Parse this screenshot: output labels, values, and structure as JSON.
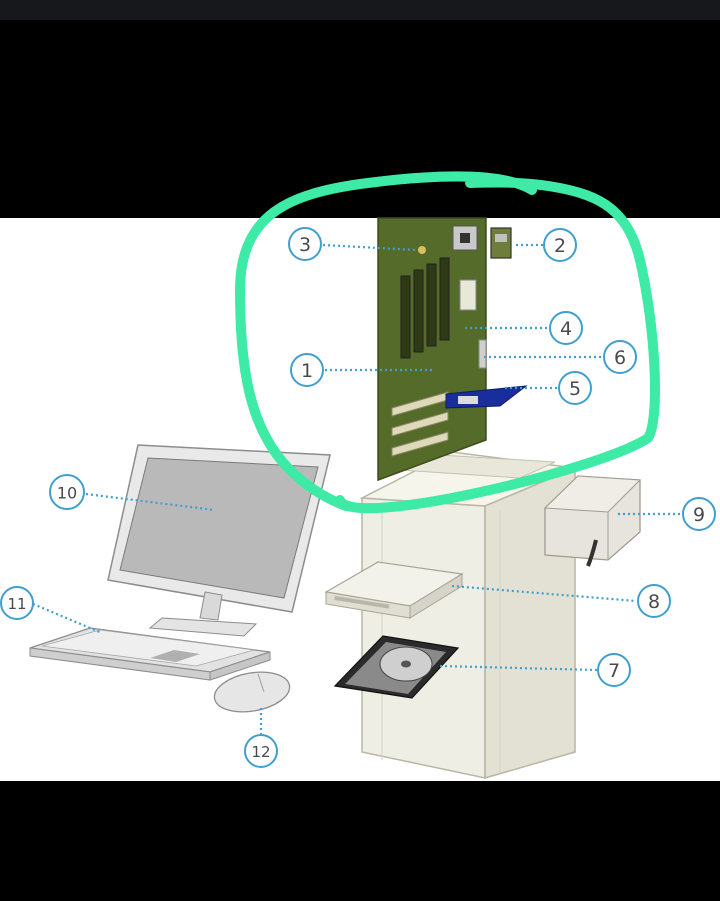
{
  "colors": {
    "highlight": "#3deaa6",
    "callout": "#3f9fd0",
    "background_bar": "#000000",
    "diagram_bg": "#ffffff"
  },
  "callouts": [
    {
      "id": "1",
      "label": "1"
    },
    {
      "id": "2",
      "label": "2"
    },
    {
      "id": "3",
      "label": "3"
    },
    {
      "id": "4",
      "label": "4"
    },
    {
      "id": "5",
      "label": "5"
    },
    {
      "id": "6",
      "label": "6"
    },
    {
      "id": "7",
      "label": "7"
    },
    {
      "id": "8",
      "label": "8"
    },
    {
      "id": "9",
      "label": "9"
    },
    {
      "id": "10",
      "label": "10"
    },
    {
      "id": "11",
      "label": "11"
    },
    {
      "id": "12",
      "label": "12"
    }
  ]
}
